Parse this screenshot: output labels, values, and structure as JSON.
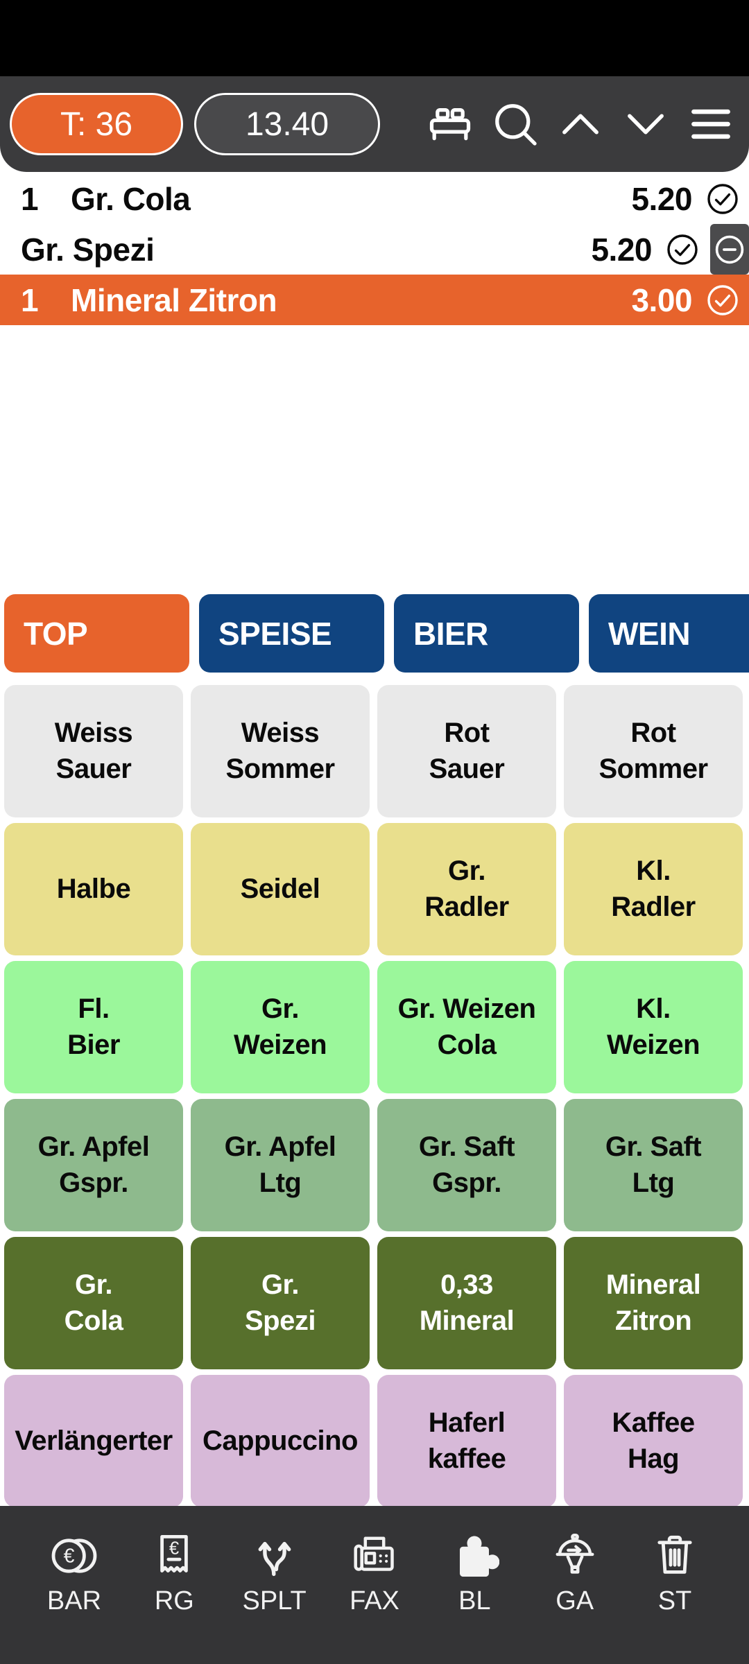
{
  "header": {
    "table_button": "T: 36",
    "amount_button": "13.40",
    "icons": [
      "bed-icon",
      "search-icon",
      "chevron-up-icon",
      "chevron-down-icon",
      "menu-icon"
    ]
  },
  "order_list": {
    "items": [
      {
        "qty": "1",
        "name": "Gr. Cola",
        "price": "5.20",
        "selected": false,
        "has_remove_button": false
      },
      {
        "qty": "",
        "name": "Gr. Spezi",
        "price": "5.20",
        "selected": false,
        "has_remove_button": true
      },
      {
        "qty": "1",
        "name": "Mineral Zitron",
        "price": "3.00",
        "selected": true,
        "has_remove_button": false
      }
    ]
  },
  "category_tabs": [
    {
      "label": "TOP",
      "active": true
    },
    {
      "label": "SPEISE",
      "active": false
    },
    {
      "label": "BIER",
      "active": false
    },
    {
      "label": "WEIN",
      "active": false
    }
  ],
  "product_grid": {
    "rows": [
      {
        "bg": "#e9e9e9",
        "fg": "#0a0a0a",
        "buttons": [
          "Weiss\nSauer",
          "Weiss\nSommer",
          "Rot\nSauer",
          "Rot\nSommer"
        ]
      },
      {
        "bg": "#e9df8d",
        "fg": "#0a0a0a",
        "buttons": [
          "Halbe",
          "Seidel",
          "Gr.\nRadler",
          "Kl.\nRadler"
        ]
      },
      {
        "bg": "#9bf79b",
        "fg": "#0a0a0a",
        "buttons": [
          "Fl.\nBier",
          "Gr.\nWeizen",
          "Gr. Weizen\nCola",
          "Kl.\nWeizen"
        ]
      },
      {
        "bg": "#8eba8d",
        "fg": "#0a0a0a",
        "buttons": [
          "Gr. Apfel\nGspr.",
          "Gr. Apfel\nLtg",
          "Gr. Saft\nGspr.",
          "Gr. Saft\nLtg"
        ]
      },
      {
        "bg": "#57702c",
        "fg": "#ffffff",
        "buttons": [
          "Gr.\nCola",
          "Gr.\nSpezi",
          "0,33\nMineral",
          "Mineral\nZitron"
        ]
      },
      {
        "bg": "#d7b9d8",
        "fg": "#0a0a0a",
        "buttons": [
          "Verlängerter",
          "Cappuccino",
          "Haferl\nkaffee",
          "Kaffee\nHag"
        ]
      }
    ]
  },
  "bottom_bar": {
    "items": [
      {
        "label": "BAR",
        "icon": "euro-coins-icon"
      },
      {
        "label": "RG",
        "icon": "receipt-icon"
      },
      {
        "label": "SPLT",
        "icon": "split-arrows-icon"
      },
      {
        "label": "FAX",
        "icon": "fax-icon"
      },
      {
        "label": "BL",
        "icon": "puzzle-icon"
      },
      {
        "label": "GA",
        "icon": "serving-dome-icon"
      },
      {
        "label": "ST",
        "icon": "trash-icon"
      }
    ]
  },
  "colors": {
    "accent_orange": "#e7632c",
    "tab_navy": "#104480",
    "header_bg": "#3b3b3d",
    "toolbar_bg": "#343436",
    "remove_button_bg": "#4b4b4d"
  }
}
